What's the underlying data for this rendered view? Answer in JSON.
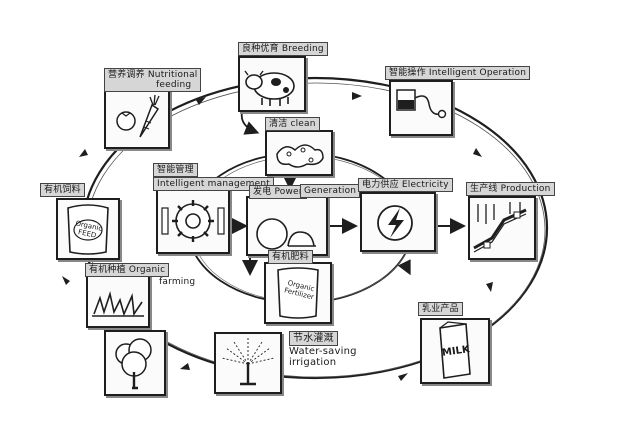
{
  "nodes": {
    "breeding": {
      "label": "良种优育 Breeding"
    },
    "nutrition": {
      "label_zh": "营养调养 Nutritional",
      "label_en": "feeding"
    },
    "intelligent_operation": {
      "label": "智能操作 Intelligent Operation"
    },
    "clean": {
      "label": "清洁 clean"
    },
    "intelligent_management": {
      "label_zh": "智能管理",
      "label_en": "Intelligent management"
    },
    "power_generation": {
      "label_zh": "发电 Power",
      "label_en": "Generation"
    },
    "electricity": {
      "label": "电力供应 Electricity"
    },
    "production": {
      "label": "生产线 Production"
    },
    "organic_feed": {
      "label": "有机饲料",
      "bag_text": "Organic FEED"
    },
    "organic_fertilizer": {
      "label": "有机肥料",
      "bag_text": "Organic Fertilizer"
    },
    "organic_farming": {
      "label_zh": "有机种植 Organic",
      "label_en": "farming"
    },
    "dairy_products": {
      "label": "乳业产品",
      "carton_text": "MILK"
    },
    "water_saving": {
      "label_zh": "节水灌溉",
      "label_en1": "Water-saving",
      "label_en2": "irrigation"
    }
  },
  "colors": {
    "ink": "#1e1e1e",
    "label_fill": "#d6d6d6",
    "paper": "#ffffff"
  }
}
